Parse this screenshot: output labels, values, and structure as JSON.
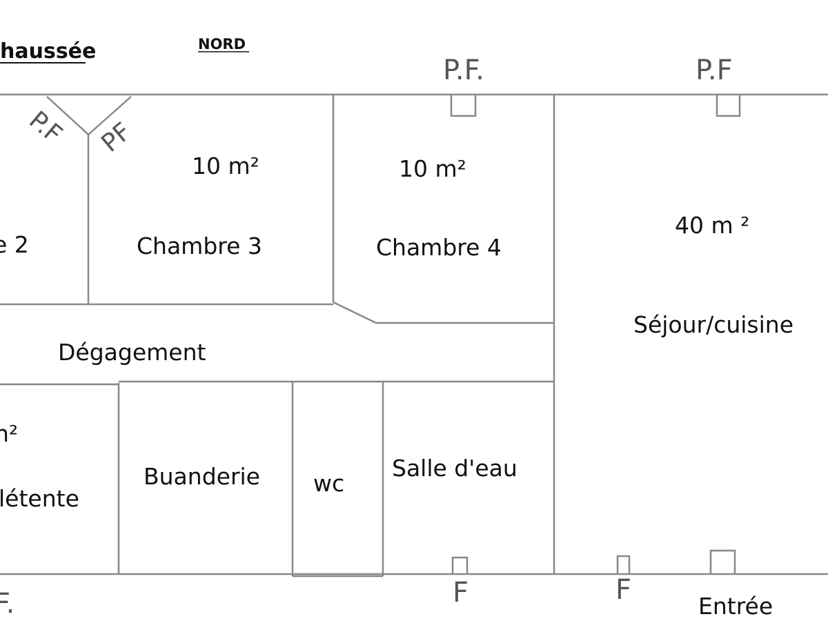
{
  "header": {
    "floor_title": "haussée",
    "north_label": "NORD"
  },
  "rooms": {
    "chambre2": {
      "name": "e 2"
    },
    "chambre3": {
      "name": "Chambre 3",
      "area": "10 m²"
    },
    "chambre4": {
      "name": "Chambre 4",
      "area": "10 m²"
    },
    "sejour": {
      "name": "Séjour/cuisine",
      "area": "40 m ²"
    },
    "degagement": {
      "name": "Dégagement"
    },
    "detente": {
      "name": "létente",
      "area": "n²"
    },
    "buanderie": {
      "name": "Buanderie"
    },
    "wc": {
      "name": "wc"
    },
    "salle_eau": {
      "name": "Salle d'eau"
    },
    "entree": {
      "name": "Entrée"
    }
  },
  "markers": {
    "pf_top_1": "P.F.",
    "pf_top_2": "P.F",
    "pf_diag_left": "P.F",
    "pf_diag_right": "PF",
    "f_bottom_1": "F",
    "f_bottom_2": "F",
    "f_bottom_left": "F."
  }
}
